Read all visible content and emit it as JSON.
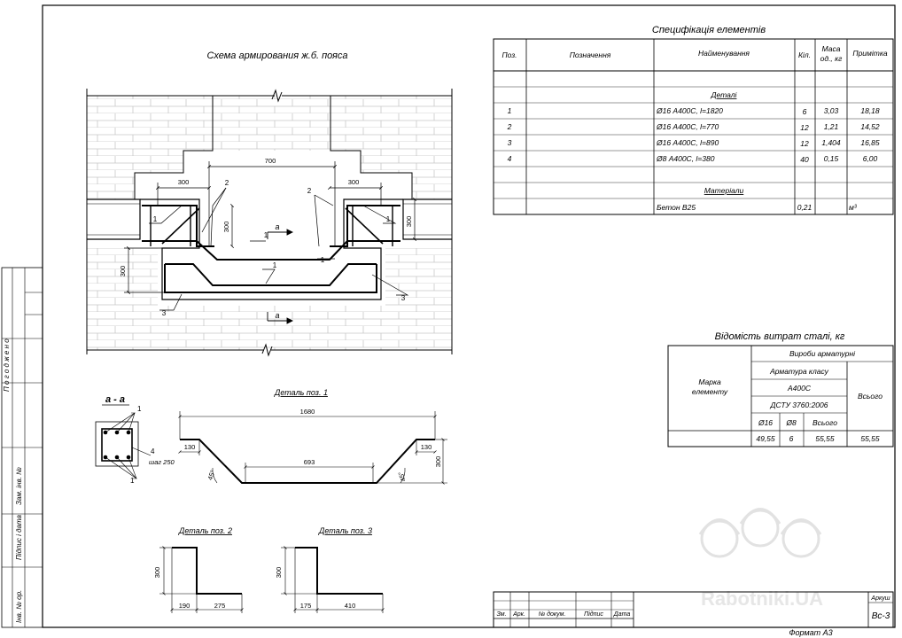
{
  "scheme": {
    "title": "Схема армирования ж.б. пояса",
    "dims": {
      "d700": "700",
      "d300a": "300",
      "d300b": "300",
      "d300v1": "300",
      "d300v2": "300",
      "d300v3": "300"
    },
    "positions": {
      "p1a": "1",
      "p1b": "1",
      "p1c": "1",
      "p1d": "1",
      "p2a": "2",
      "p2b": "2",
      "p3a": "3",
      "p3b": "3"
    },
    "section_mark": "а"
  },
  "section": {
    "title": "а - а",
    "pos1": "1",
    "pos1b": "1",
    "pos4": "4",
    "step": "шаг 250"
  },
  "detail1": {
    "title": "Деталь поз. 1",
    "d1680": "1680",
    "d130a": "130",
    "d130b": "130",
    "d693": "693",
    "d300": "300",
    "a1": "45°",
    "a2": "45°"
  },
  "detail2": {
    "title": "Деталь поз. 2",
    "d300": "300",
    "d190": "190",
    "d275": "275"
  },
  "detail3": {
    "title": "Деталь поз. 3",
    "d300": "300",
    "d175": "175",
    "d410": "410"
  },
  "spec": {
    "title": "Специфікація елементів",
    "headers": {
      "pos": "Поз.",
      "desig": "Позначення",
      "name": "Найменування",
      "qty": "Кіл.",
      "mass": "Маса од., кг",
      "note": "Примітка"
    },
    "group_details": "Деталі",
    "rows": [
      {
        "pos": "1",
        "name": "Ø16 А400С, l=1820",
        "qty": "6",
        "mass": "3,03",
        "note": "18,18"
      },
      {
        "pos": "2",
        "name": "Ø16 А400С, l=770",
        "qty": "12",
        "mass": "1,21",
        "note": "14,52"
      },
      {
        "pos": "3",
        "name": "Ø16 А400С, l=890",
        "qty": "12",
        "mass": "1,404",
        "note": "16,85"
      },
      {
        "pos": "4",
        "name": "Ø8 А400С, l=380",
        "qty": "40",
        "mass": "0,15",
        "note": "6,00"
      }
    ],
    "group_materials": "Матеріали",
    "material": {
      "name": "Бетон В25",
      "qty": "0,21",
      "note": "м³"
    }
  },
  "steel": {
    "title": "Відомість витрат сталі, кг",
    "mark": "Марка елементу",
    "products": "Вироби арматурні",
    "class": "Арматура класу",
    "a400c": "А400С",
    "dstu": "ДСТУ 3760:2006",
    "d16": "Ø16",
    "d8": "Ø8",
    "sum": "Всього",
    "total": "Всього",
    "v16": "49,55",
    "v8": "6",
    "vsum": "55,55",
    "vtotal": "55,55"
  },
  "stamp": {
    "zm": "Зм.",
    "ark": "Арк.",
    "doc": "№ докум.",
    "sign": "Підпис",
    "date": "Дата",
    "sheet": "Аркуш",
    "code": "Вс-3"
  },
  "format": "Формат А3",
  "side": {
    "agreed": "Погоджено",
    "inv_zam": "Зам. інв. №",
    "sign_date": "Підпис і дата",
    "inv_orig": "Інв. № ор."
  },
  "watermark": "Rabotniki.UA"
}
